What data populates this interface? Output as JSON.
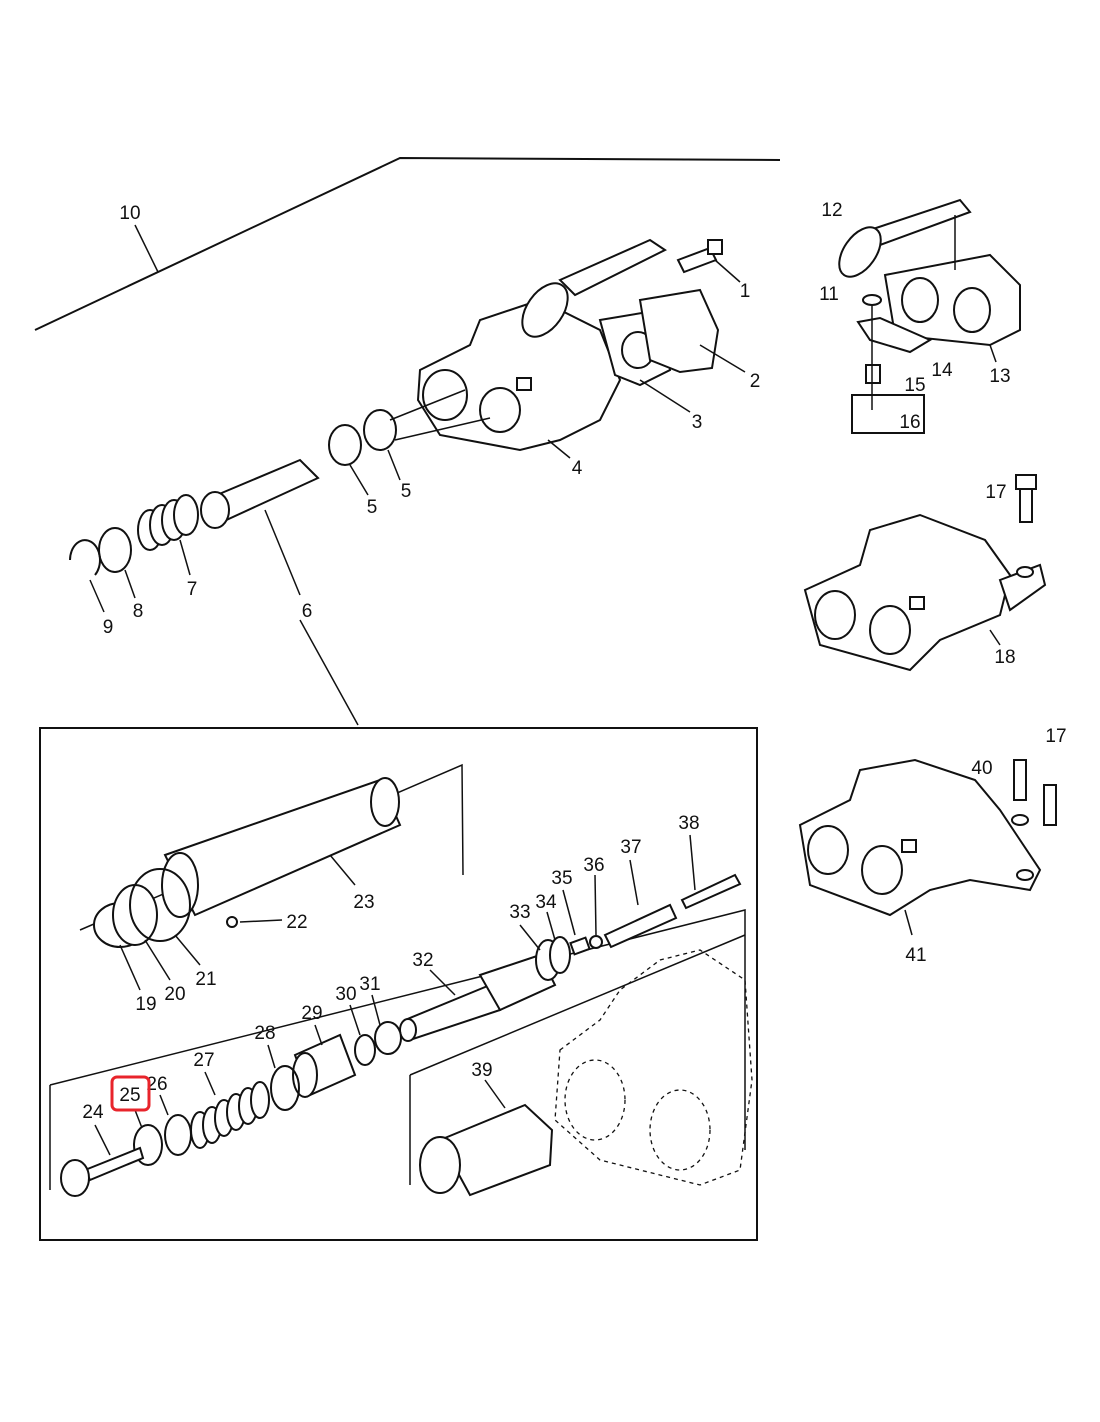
{
  "diagram": {
    "highlight_color": "#e8242b",
    "highlighted_label": "25",
    "labels": {
      "p10": "10",
      "p1": "1",
      "p2": "2",
      "p3": "3",
      "p4": "4",
      "p5a": "5",
      "p5b": "5",
      "p6": "6",
      "p7": "7",
      "p8": "8",
      "p9": "9",
      "p12": "12",
      "p11": "11",
      "p13": "13",
      "p14": "14",
      "p15": "15",
      "p16": "16",
      "p17a": "17",
      "p18": "18",
      "p17b": "17",
      "p40": "40",
      "p41": "41",
      "p38": "38",
      "p37": "37",
      "p36": "36",
      "p35": "35",
      "p34": "34",
      "p33": "33",
      "p23": "23",
      "p22": "22",
      "p21": "21",
      "p20": "20",
      "p19": "19",
      "p32": "32",
      "p30": "30",
      "p31": "31",
      "p29": "29",
      "p28": "28",
      "p27": "27",
      "p26": "26",
      "p25": "25",
      "p24": "24",
      "p39": "39"
    }
  }
}
